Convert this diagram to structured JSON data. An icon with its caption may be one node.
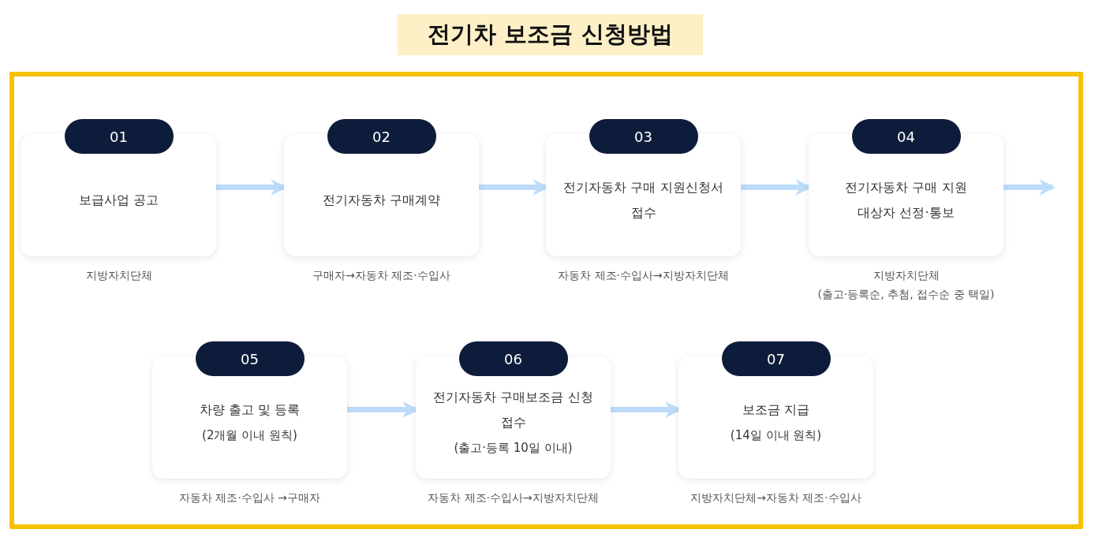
{
  "diagram": {
    "title": "전기차 보조금 신청방법",
    "nodes": [
      {
        "text": [
          "01"
        ]
      },
      {
        "text": [
          "보급사업 공고"
        ],
        "beside": [
          "지방자치단체"
        ]
      },
      {
        "text": [
          "02"
        ]
      },
      {
        "text": [
          "전기자동차 구매계약"
        ],
        "beside": [
          "구매자→자동차 제조·수입사"
        ]
      },
      {
        "text": [
          "03"
        ]
      },
      {
        "text": [
          "전기자동차 구매 지원신청서 접수"
        ],
        "beside": [
          "자동차 제조·수입사→지방자치단체"
        ]
      },
      {
        "text": [
          "04"
        ]
      },
      {
        "text": [
          "전기자동차 구매 지원 대상자 선정·통보"
        ],
        "beside": [
          "지방자치단체",
          "(출고·등록순, 추첨, 접수순 중 택일)"
        ]
      },
      {
        "text": [
          "05"
        ]
      },
      {
        "text": [
          "차량 출고 및 등록",
          "(2개월 이내 원칙)"
        ],
        "beside": [
          "자동차 제조·수입사 →구매자"
        ]
      },
      {
        "text": [
          "06"
        ]
      },
      {
        "text": [
          "전기자동차 구매보조금 신청 접수",
          "(출고·등록 10일 이내)"
        ],
        "beside": [
          "자동차 제조·수입사→지방자치단체"
        ]
      },
      {
        "text": [
          "07"
        ]
      },
      {
        "text": [
          "보조금 지급",
          "(14일 이내 원칙)"
        ],
        "beside": [
          "지방자치단체→자동차 제조·수입사"
        ]
      }
    ],
    "edges": [
      {
        "from": 1,
        "to": 3,
        "arrow": "to"
      },
      {
        "from": 3,
        "to": 5,
        "arrow": "to"
      },
      {
        "from": 5,
        "to": 7,
        "arrow": "to"
      },
      {
        "from": 7,
        "to": null,
        "arrow": "to"
      },
      {
        "from": 9,
        "to": 11,
        "arrow": "to"
      },
      {
        "from": 11,
        "to": 13,
        "arrow": "to"
      }
    ]
  }
}
